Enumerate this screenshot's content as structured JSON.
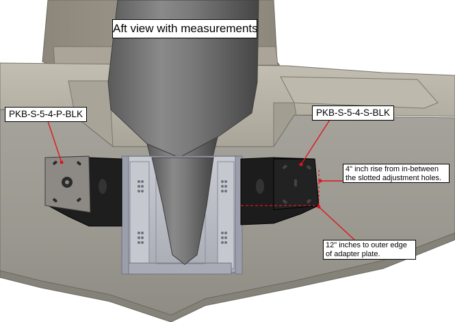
{
  "title": "Aft view with measurements",
  "labels": {
    "port_part": "PKB-S-5-4-P-BLK",
    "starboard_part": "PKB-S-5-4-S-BLK"
  },
  "notes": {
    "rise_line1": "4\" inch rise from in-between",
    "rise_line2": "the slotted adjustment holes.",
    "edge_line1": "12\" inches to outer edge",
    "edge_line2": "of adapter plate."
  },
  "colors": {
    "callout_line": "#e0141e",
    "hull": "#9e9c94",
    "deck": "#b7b3a6",
    "bracket": "#1c1c1c",
    "adapter_plate": "#b9bbc2",
    "motor_shaft": "#6c6c6c"
  }
}
